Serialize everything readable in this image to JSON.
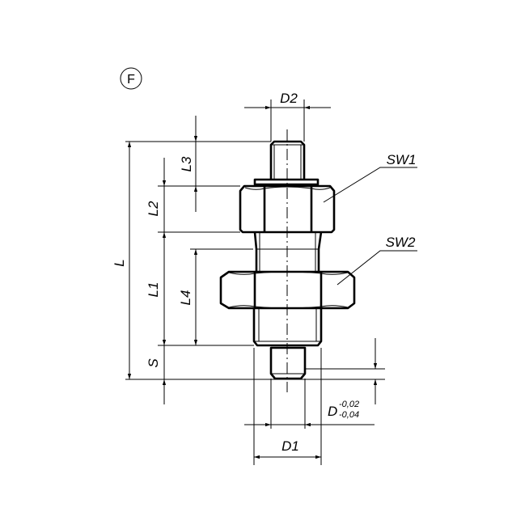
{
  "view_label": "F",
  "dimensions": {
    "D2": "D2",
    "L": "L",
    "L1": "L1",
    "L2": "L2",
    "L3": "L3",
    "L4": "L4",
    "S": "S",
    "D": "D",
    "D_tol_upper": "-0,02",
    "D_tol_lower": "-0,04",
    "D1": "D1",
    "SW1": "SW1",
    "SW2": "SW2"
  }
}
